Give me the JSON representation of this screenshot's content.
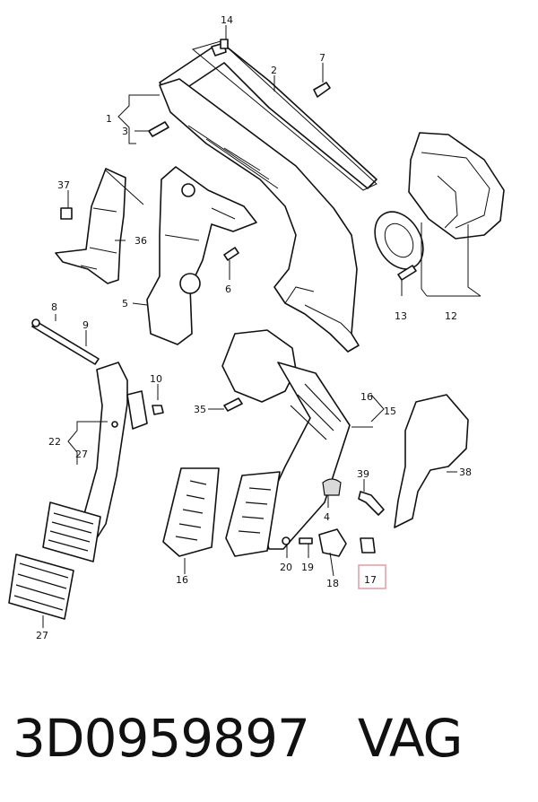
{
  "caption": {
    "part_number": "3D0959897",
    "brand": "VAG"
  },
  "highlight": {
    "label": "17",
    "color": "#e8a0a8"
  },
  "callouts": {
    "c14": "14",
    "c2": "2",
    "c7": "7",
    "c1": "1",
    "c3": "3",
    "c37": "37",
    "c36": "36",
    "c6": "6",
    "c5": "5",
    "c13": "13",
    "c12": "12",
    "c8": "8",
    "c9": "9",
    "c10": "10",
    "c22": "22",
    "c27a": "27",
    "c35": "35",
    "c16a": "16",
    "c15": "15",
    "c39": "39",
    "c38": "38",
    "c4": "4",
    "c20": "20",
    "c19": "19",
    "c18": "18",
    "c17": "17",
    "c16b": "16",
    "c27b": "27"
  }
}
